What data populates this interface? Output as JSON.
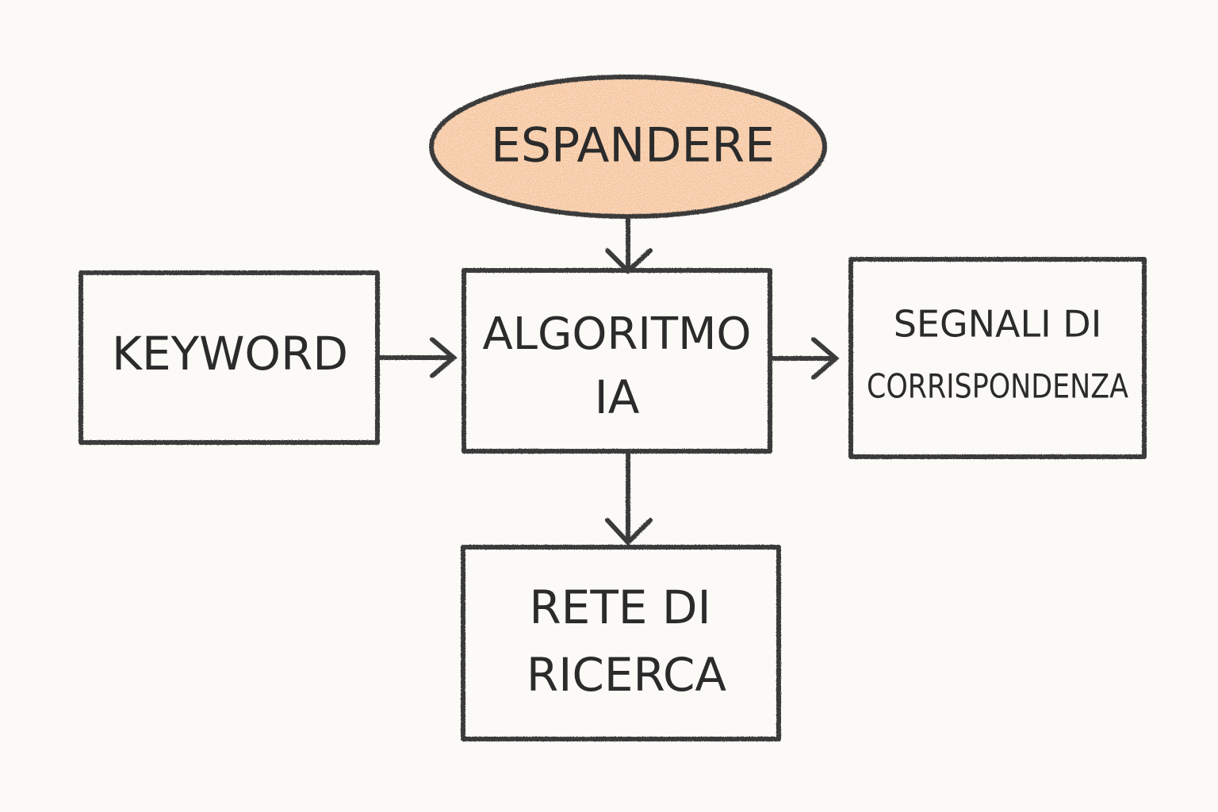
{
  "diagram": {
    "nodes": {
      "espandere": {
        "label": "ESPANDERE",
        "shape": "ellipse",
        "fill": "#f29a55"
      },
      "keyword": {
        "label": "KEYWORD",
        "shape": "rect"
      },
      "algoritmo": {
        "lines": [
          "ALGORITMO",
          "IA"
        ],
        "shape": "rect"
      },
      "segnali": {
        "lines": [
          "SEGNALI DI",
          "CORRISPONDENZA"
        ],
        "shape": "rect"
      },
      "rete": {
        "lines": [
          "RETE DI",
          "RICERCA"
        ],
        "shape": "rect"
      }
    },
    "edges": [
      {
        "from": "espandere",
        "to": "algoritmo"
      },
      {
        "from": "keyword",
        "to": "algoritmo"
      },
      {
        "from": "algoritmo",
        "to": "segnali"
      },
      {
        "from": "algoritmo",
        "to": "rete"
      }
    ],
    "colors": {
      "background": "#fbfaf6",
      "stroke": "#3a3a3a",
      "accent": "#f29a55",
      "text": "#2b2b2b"
    }
  }
}
